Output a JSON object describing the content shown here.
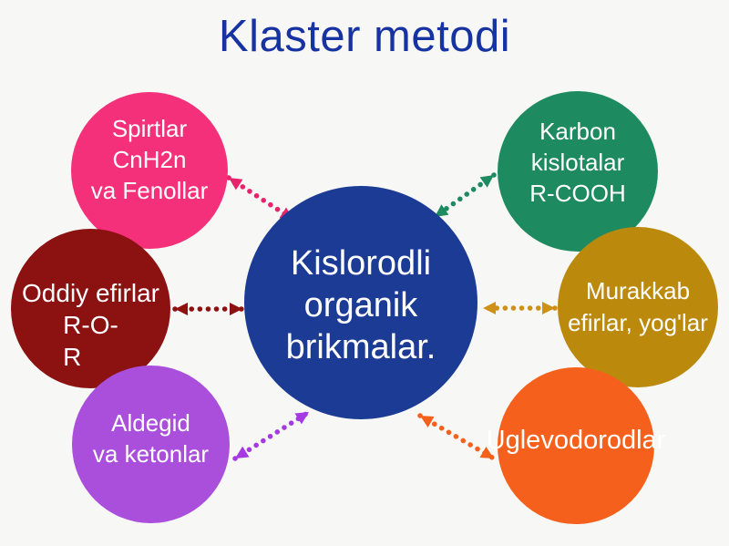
{
  "background": "#F7F7F5",
  "title": {
    "text": "Klaster metodi",
    "color": "#1733A2"
  },
  "center_circle": {
    "name": "markaz",
    "lines": [
      "Kislorodli",
      "organik",
      "brikmalar."
    ],
    "color": "#1B3B94",
    "text_color": "#FFFFFF"
  },
  "satellites": [
    {
      "name": "spirtlar",
      "lines": [
        "Spirtlar",
        "CnH2n",
        "va Fenollar"
      ],
      "color": "#F5307A"
    },
    {
      "name": "karbon-kislotalar",
      "lines": [
        "Karbon",
        "kislotalar",
        "R-COOH"
      ],
      "color": "#1E8A5F"
    },
    {
      "name": "oddiy-efirlar",
      "lines": [
        "Oddiy efirlar",
        "R-O-",
        "R"
      ],
      "color": "#8C1111"
    },
    {
      "name": "murakkab-efirlar",
      "lines": [
        "Murakkab",
        "efirlar, yog'lar"
      ],
      "color": "#BB8A0D"
    },
    {
      "name": "aldegid-ketonlar",
      "lines": [
        "Aldegid",
        "va ketonlar"
      ],
      "color": "#AA4EDC"
    },
    {
      "name": "uglevodorodlar",
      "lines": [
        "Uglevodorodlar"
      ],
      "color": "#F5611C"
    }
  ],
  "arrows": [
    {
      "between": [
        "markaz",
        "spirtlar"
      ],
      "style": "dotted-double-headed",
      "color": "#E8226B"
    },
    {
      "between": [
        "markaz",
        "karbon-kislotalar"
      ],
      "style": "dotted-double-headed",
      "color": "#1E8A5F"
    },
    {
      "between": [
        "markaz",
        "oddiy-efirlar"
      ],
      "style": "dotted-double-headed",
      "color": "#8C1111"
    },
    {
      "between": [
        "markaz",
        "murakkab-efirlar"
      ],
      "style": "dotted-double-headed",
      "color": "#CF9018"
    },
    {
      "between": [
        "markaz",
        "aldegid-ketonlar"
      ],
      "style": "dotted-double-headed",
      "color": "#A63AE2"
    },
    {
      "between": [
        "markaz",
        "uglevodorodlar"
      ],
      "style": "dotted-double-headed",
      "color": "#F5611C"
    }
  ]
}
